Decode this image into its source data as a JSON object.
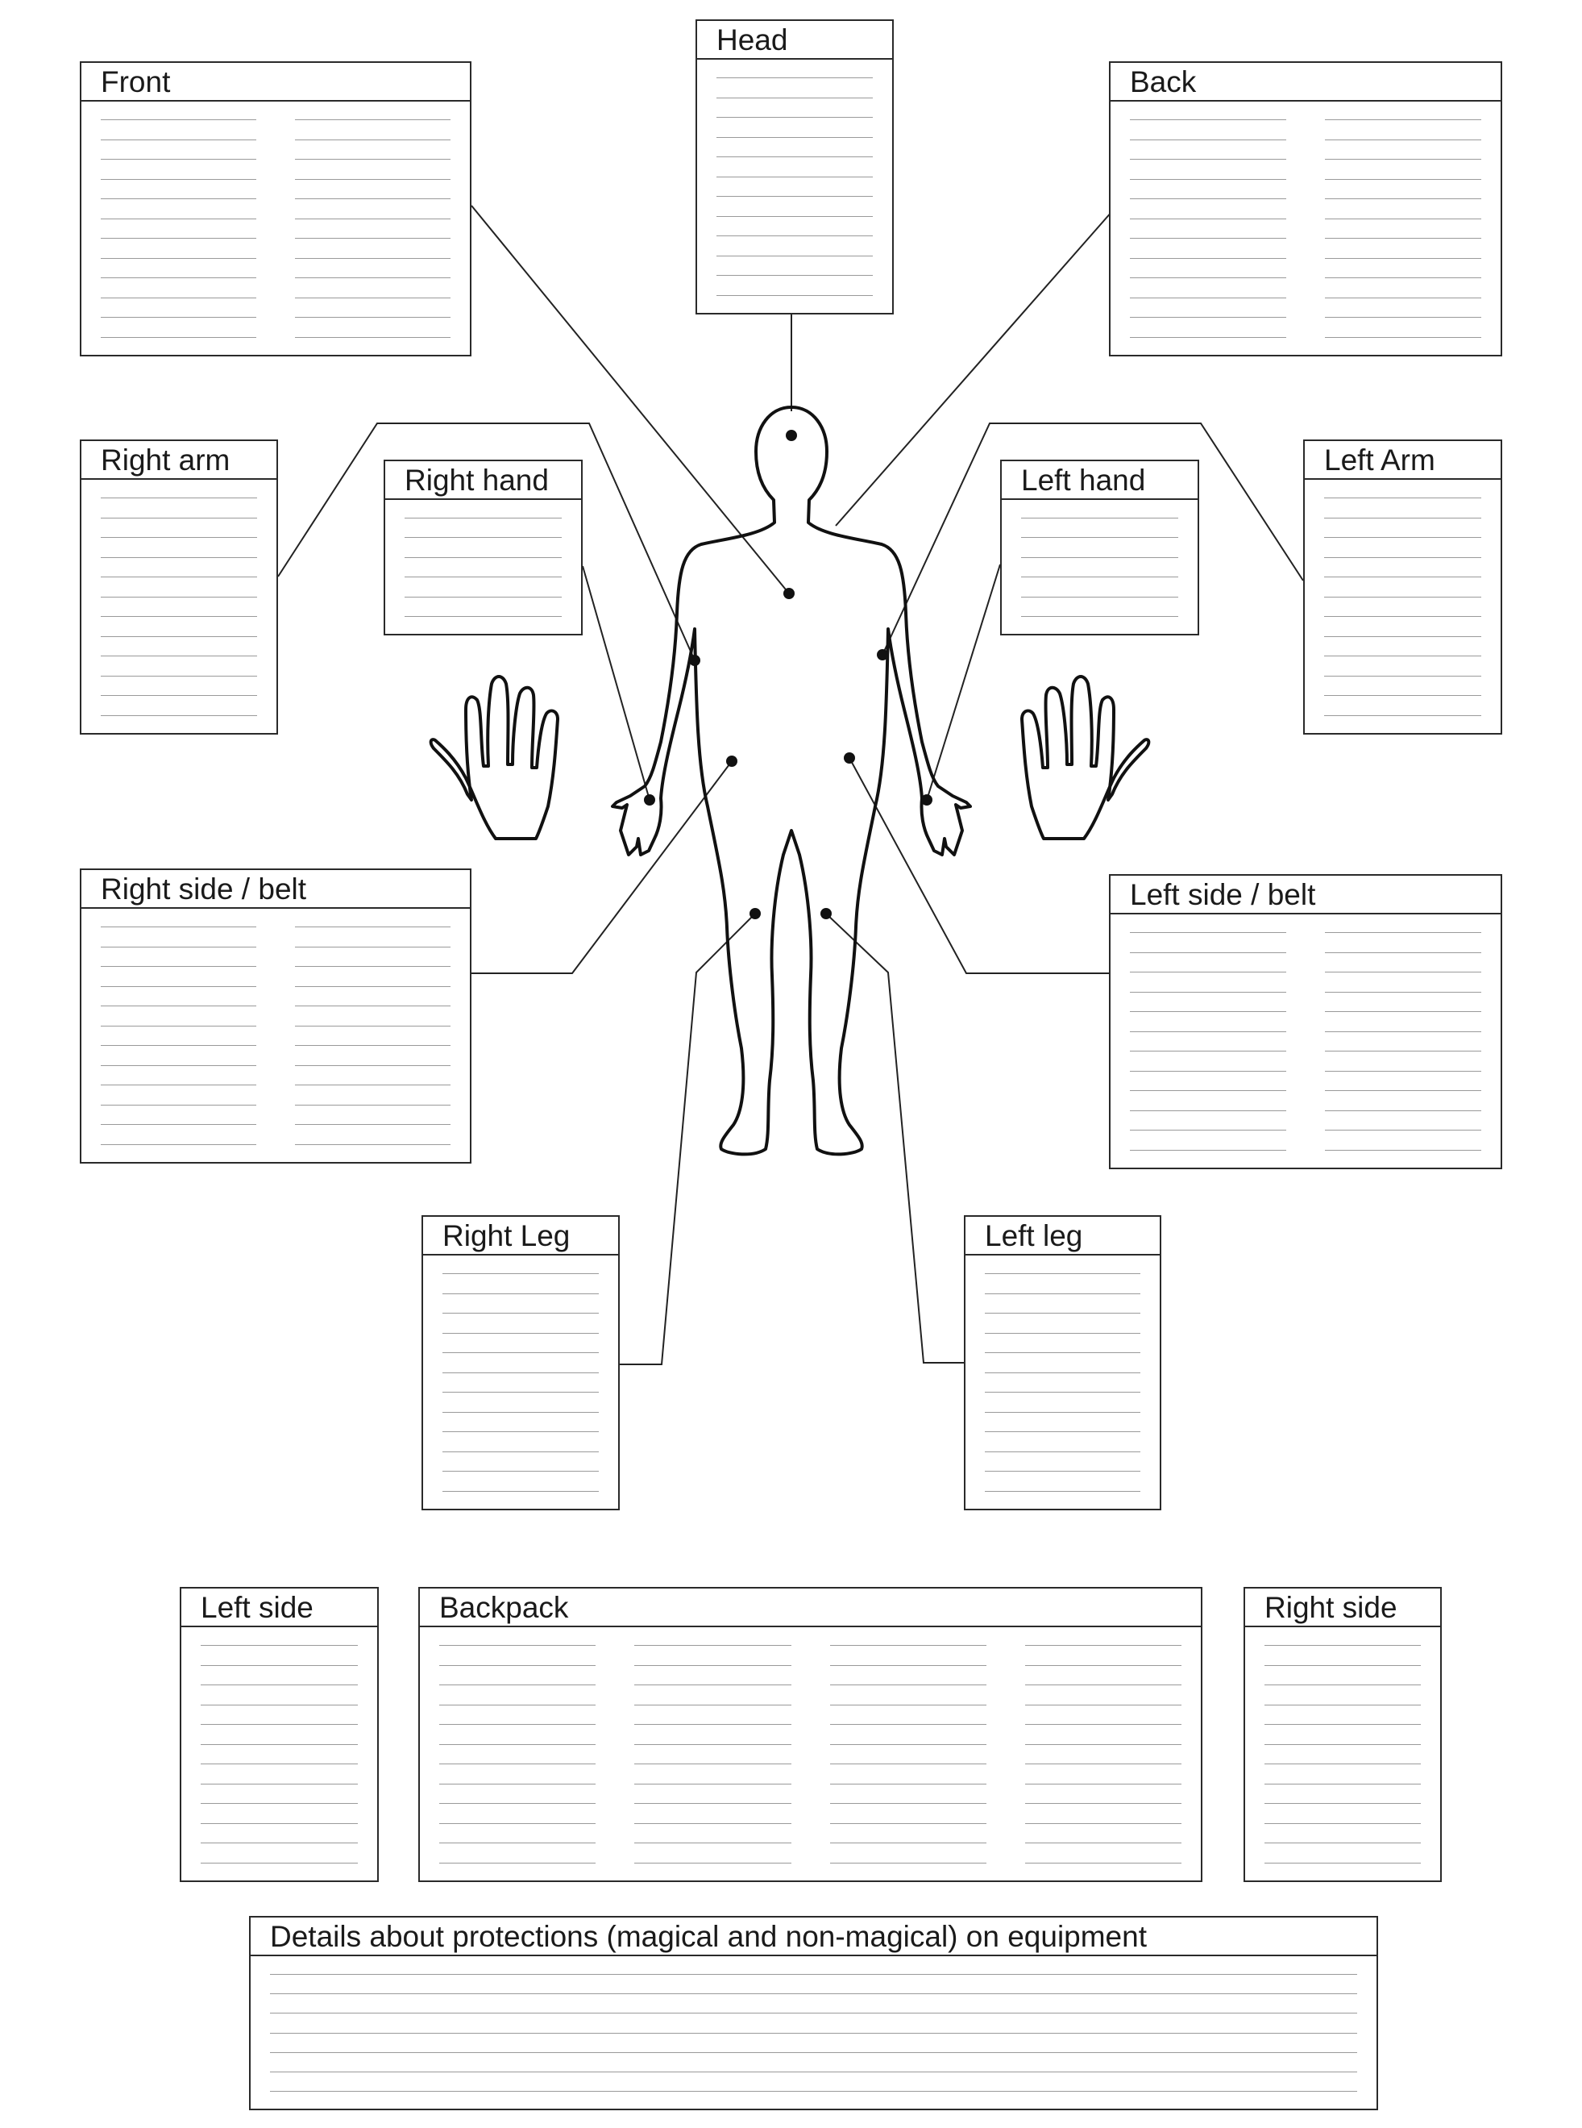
{
  "boxes": {
    "front": "Front",
    "head": "Head",
    "back": "Back",
    "right_arm": "Right arm",
    "right_hand": "Right hand",
    "left_hand": "Left hand",
    "left_arm": "Left Arm",
    "right_side_belt": "Right side / belt",
    "left_side_belt": "Left side / belt",
    "right_leg": "Right Leg",
    "left_leg": "Left leg",
    "left_side": "Left side",
    "backpack": "Backpack",
    "right_side": "Right side",
    "protections": "Details about protections (magical and non-magical) on equipment"
  },
  "colors": {
    "ink": "#1a1a1a",
    "rule": "#9a9a9a"
  }
}
